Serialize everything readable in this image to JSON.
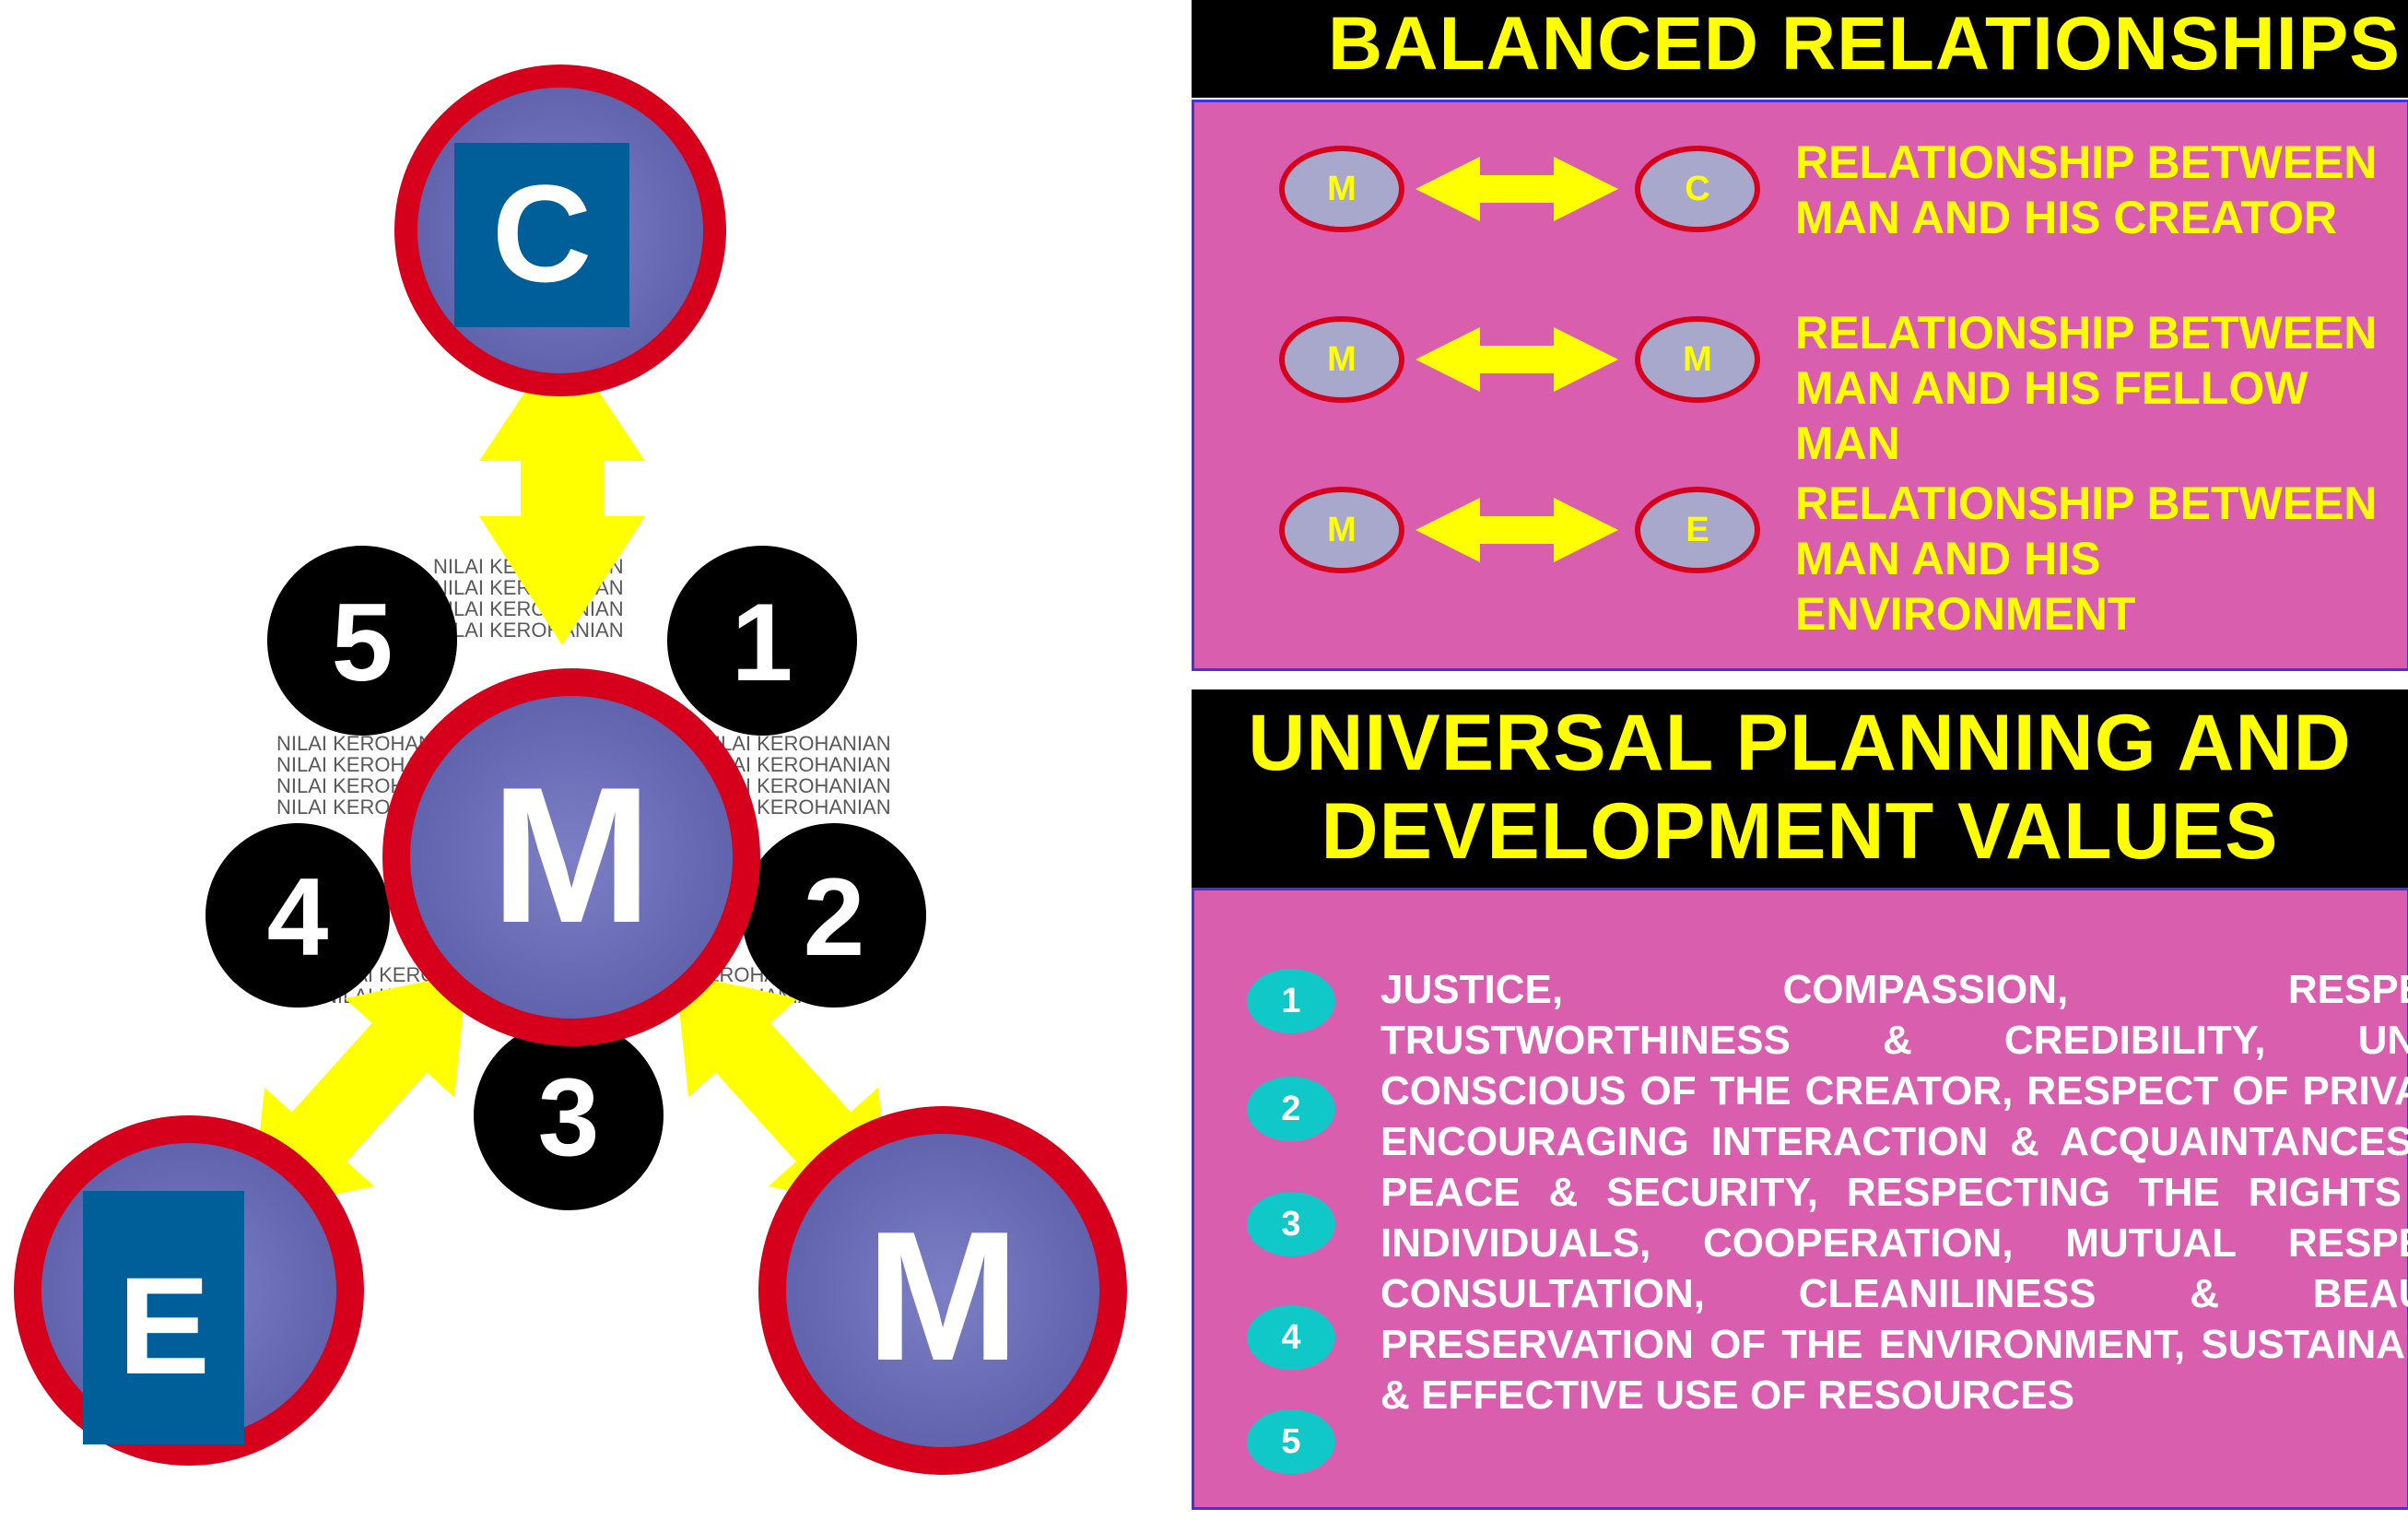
{
  "diagram": {
    "top_label": "C",
    "center_label": "M",
    "left_label": "E",
    "right_label": "M",
    "numbers": [
      "1",
      "2",
      "3",
      "4",
      "5"
    ],
    "background_text": "NILAI KEROHANIAN"
  },
  "balanced_relationships": {
    "title": "BALANCED RELATIONSHIPS",
    "rows": [
      {
        "left": "M",
        "right": "C",
        "text": "RELATIONSHIP BETWEEN MAN AND HIS CREATOR"
      },
      {
        "left": "M",
        "right": "M",
        "text": "RELATIONSHIP BETWEEN MAN AND HIS FELLOW MAN"
      },
      {
        "left": "M",
        "right": "E",
        "text": "RELATIONSHIP BETWEEN MAN AND HIS ENVIRONMENT"
      }
    ]
  },
  "values": {
    "title_line1": "UNIVERSAL PLANNING AND",
    "title_line2": "DEVELOPMENT VALUES",
    "numbers": [
      "1",
      "2",
      "3",
      "4",
      "5"
    ],
    "text": "JUSTICE, COMPASSION, RESPECT, TRUSTWORTHINESS & CREDIBILITY, UNITY, CONSCIOUS OF THE CREATOR, RESPECT OF PRIVACY, ENCOURAGING INTERACTION & ACQUAINTANCESHIP, PEACE & SECURITY, RESPECTING THE RIGHTS OF INDIVIDUALS, COOPERATION, MUTUAL RESPECT, CONSULTATION, CLEANILINESS & BEAUTY, PRESERVATION OF THE ENVIRONMENT, SUSTAINABLE & EFFECTIVE USE OF RESOURCES"
  },
  "colors": {
    "pink": "#d95fae",
    "yellow": "#ffff00",
    "red_ring": "#d6001c",
    "blue_square": "#005f99",
    "teal": "#10c8c8"
  }
}
